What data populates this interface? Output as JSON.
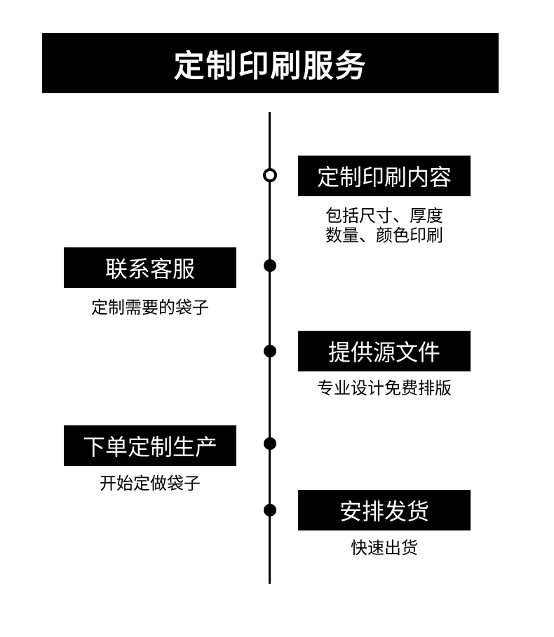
{
  "title": "定制印刷服务",
  "steps": [
    {
      "label": "定制印刷内容",
      "desc_lines": [
        "包括尺寸、厚度",
        "数量、颜色印刷"
      ]
    },
    {
      "label": "联系客服",
      "desc_lines": [
        "定制需要的袋子"
      ]
    },
    {
      "label": "提供源文件",
      "desc_lines": [
        "专业设计免费排版"
      ]
    },
    {
      "label": "下单定制生产",
      "desc_lines": [
        "开始定做袋子"
      ]
    },
    {
      "label": "安排发货",
      "desc_lines": [
        "快速出货"
      ]
    }
  ]
}
